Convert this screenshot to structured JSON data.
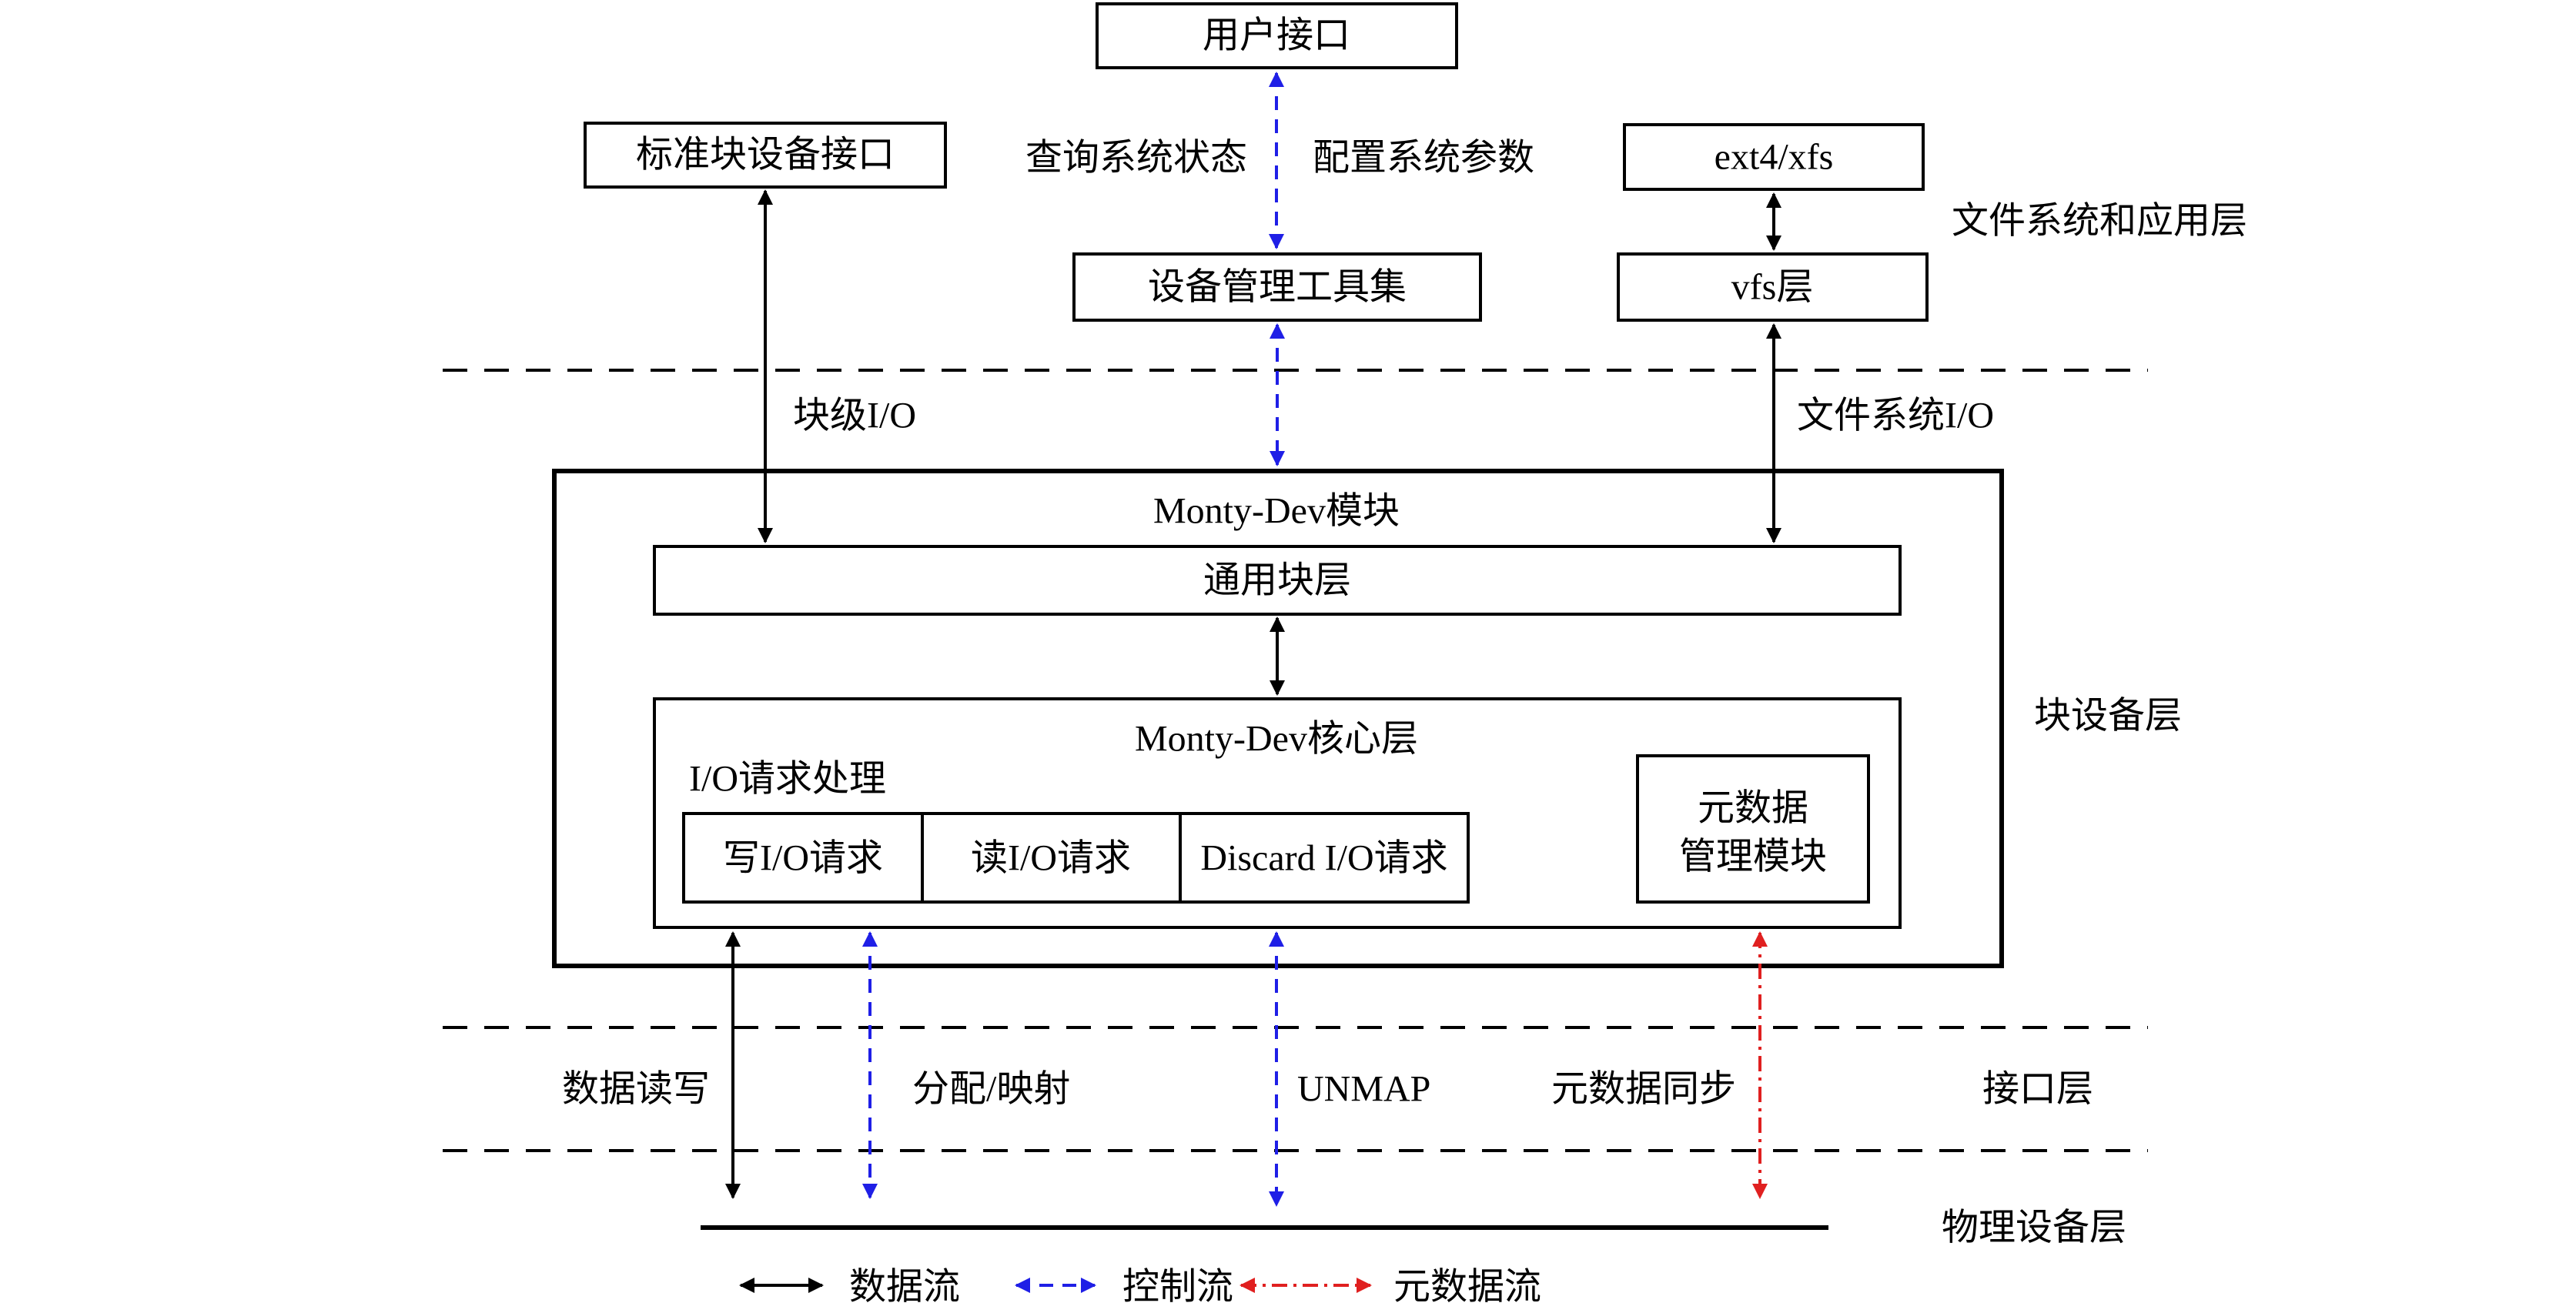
{
  "layers": {
    "app": "文件系统和应用层",
    "block": "块设备层",
    "interface": "接口层",
    "physical": "物理设备层"
  },
  "boxes": {
    "user_interface": "用户接口",
    "std_block_interface": "标准块设备接口",
    "ext4_xfs": "ext4/xfs",
    "device_tools": "设备管理工具集",
    "vfs": "vfs层",
    "monty_module": "Monty-Dev模块",
    "generic_block": "通用块层",
    "monty_core": "Monty-Dev核心层",
    "io_request_processing": "I/O请求处理",
    "write_io": "写I/O请求",
    "read_io": "读I/O请求",
    "discard_io": "Discard I/O请求",
    "metadata_line1": "元数据",
    "metadata_line2": "管理模块"
  },
  "edge_labels": {
    "query_status": "查询系统状态",
    "config_params": "配置系统参数",
    "block_io": "块级I/O",
    "fs_io": "文件系统I/O",
    "data_rw": "数据读写",
    "alloc_map": "分配/映射",
    "unmap": "UNMAP",
    "meta_sync": "元数据同步"
  },
  "legend": {
    "data_flow": "数据流",
    "control_flow": "控制流",
    "metadata_flow": "元数据流"
  },
  "colors": {
    "data_flow": "#000000",
    "control_flow": "#1f1fe6",
    "metadata_flow": "#e02020"
  }
}
